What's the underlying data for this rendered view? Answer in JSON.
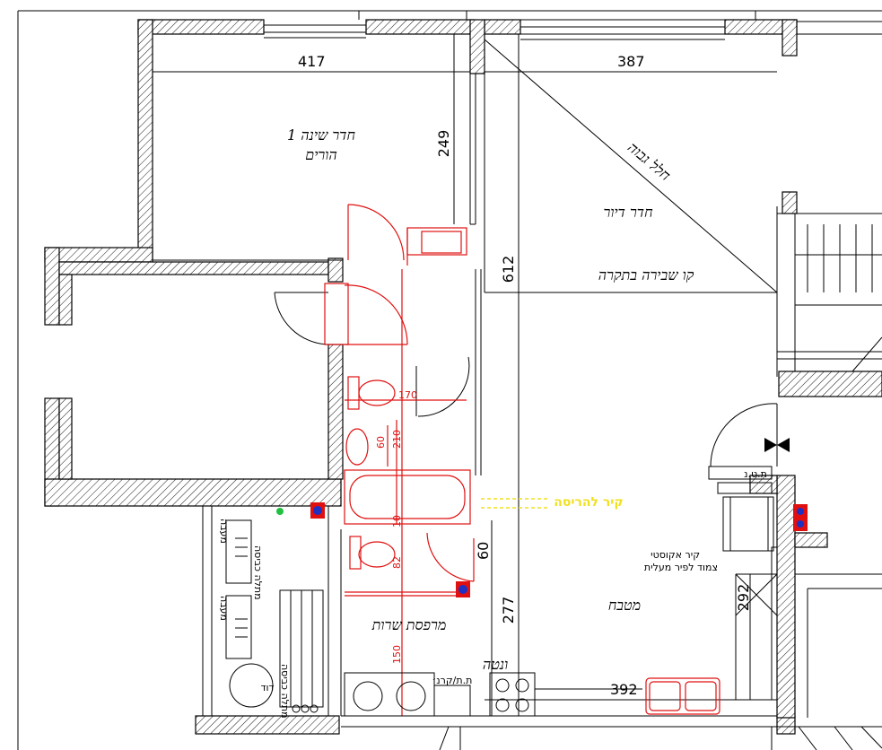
{
  "rooms": {
    "bedroom": {
      "line1": "חדר שינה 1",
      "line2": "הורים"
    },
    "living": "חדר דיור",
    "kitchen": "מטבח",
    "service_balcony": "מרפסת שרות",
    "high_space": "חלל גבוה",
    "ceiling_break": "קו שבירה בתקרה"
  },
  "dimensions": {
    "d417": "417",
    "d387": "387",
    "d249": "249",
    "d612": "612",
    "d277": "277",
    "d292": "292",
    "d392": "392",
    "r170": "170",
    "r60a": "60",
    "r210": "210",
    "r60b": "60",
    "r150": "150",
    "r10": "10",
    "r82": "82"
  },
  "labels": {
    "smoke_wall": "קיר להריסה",
    "acoustic_wall": "קיר אקוסטי",
    "acoustic_wall_2": "צמוד לפיר מעלית",
    "laundry_1": "מעבה",
    "laundry_2": "מעבה",
    "laundry_3": "מתלה כביסה",
    "boiler": "דוד",
    "boiler_2": "מתלה כביסה",
    "vent": "ונטה",
    "tk": "ת.ת/קרנ׳",
    "tn": "ת.ט.נ"
  },
  "colors": {
    "walls": "#000000",
    "fixtures": "#e01010",
    "note": "#f0e020"
  }
}
